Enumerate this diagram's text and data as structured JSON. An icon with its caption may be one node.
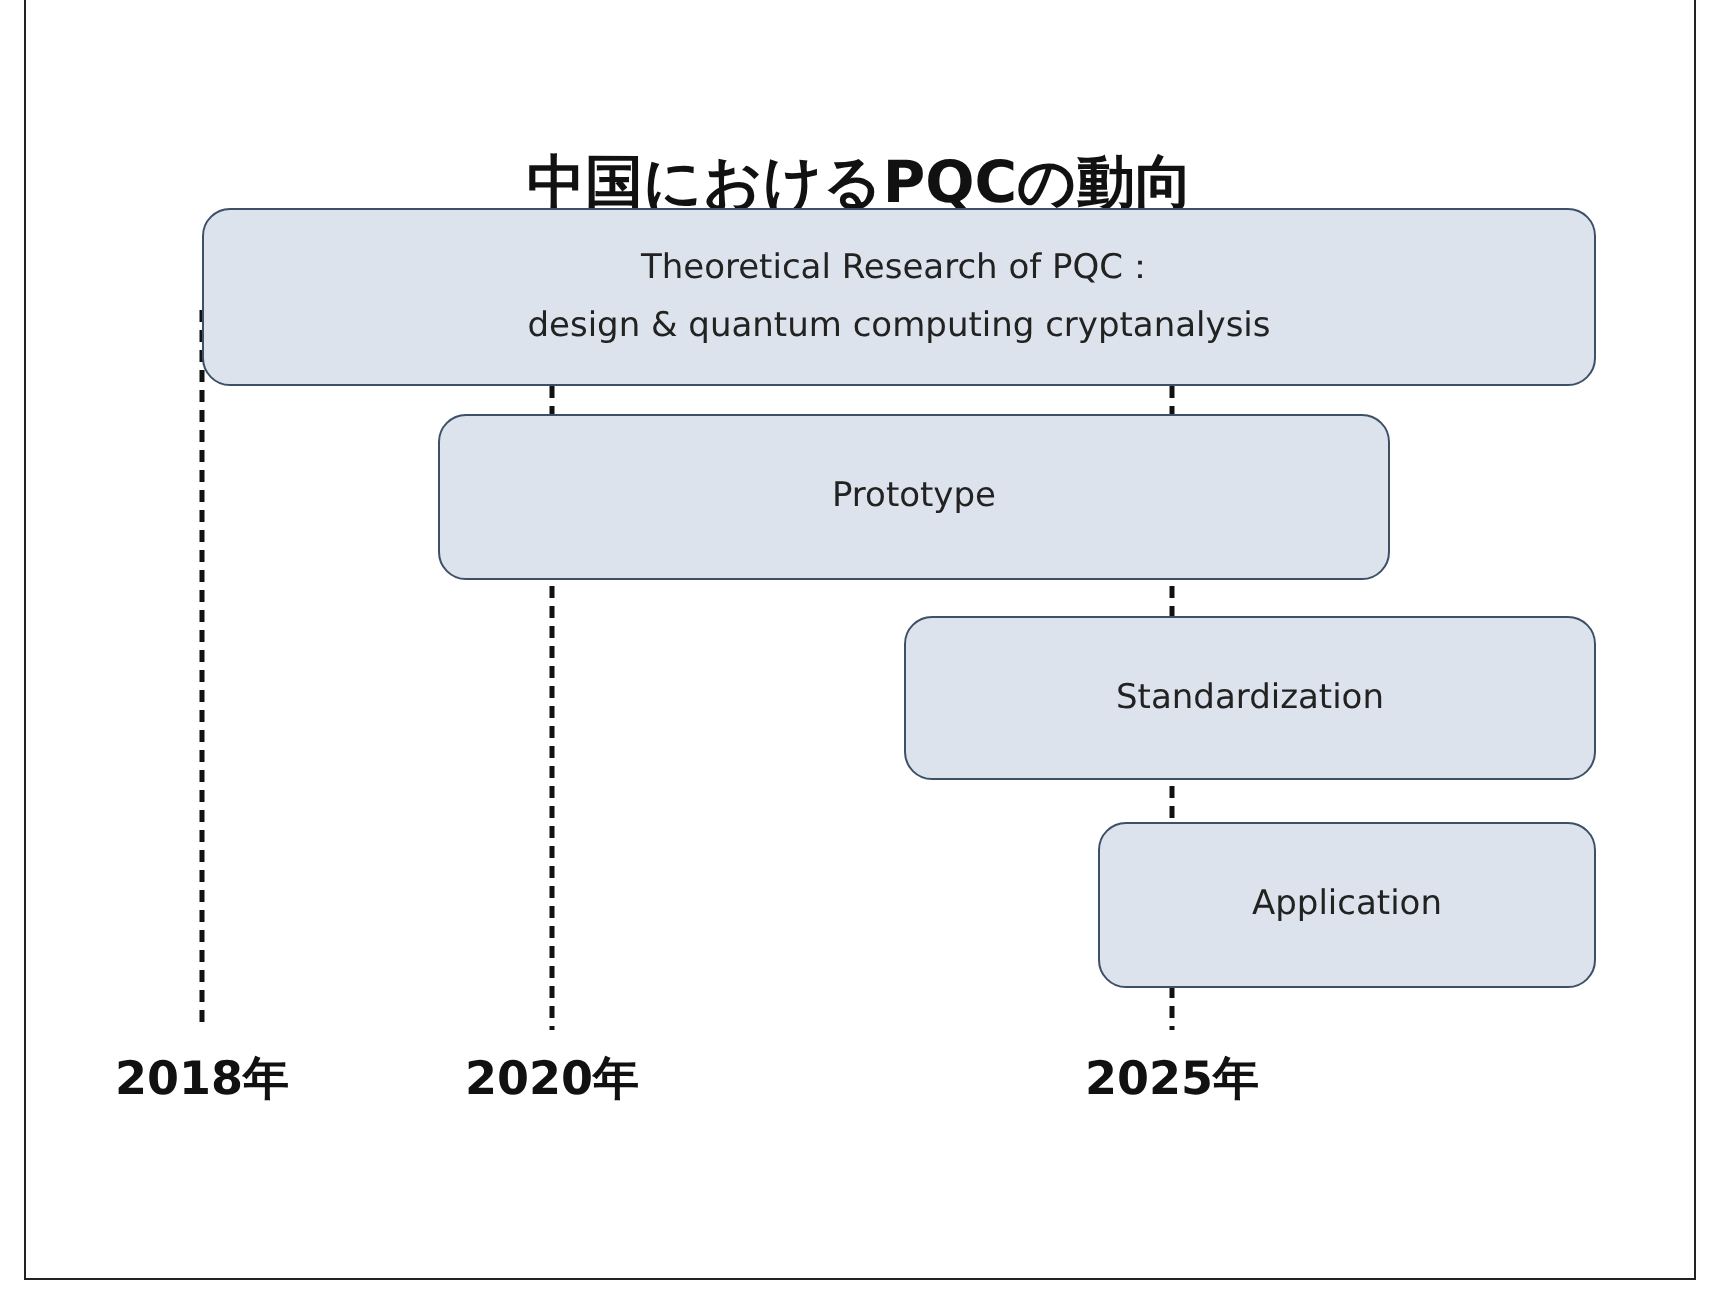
{
  "diagram": {
    "title": "中国におけるPQCの動向",
    "nodes": [
      {
        "text": [
          "Theoretical Research of PQC：",
          "design & quantum computing cryptanalysis"
        ]
      },
      {
        "text": [
          "Prototype"
        ]
      },
      {
        "text": [
          "Standardization"
        ]
      },
      {
        "text": [
          "Application"
        ]
      }
    ],
    "labels": [
      "2018年",
      "2020年",
      "2025年"
    ]
  }
}
